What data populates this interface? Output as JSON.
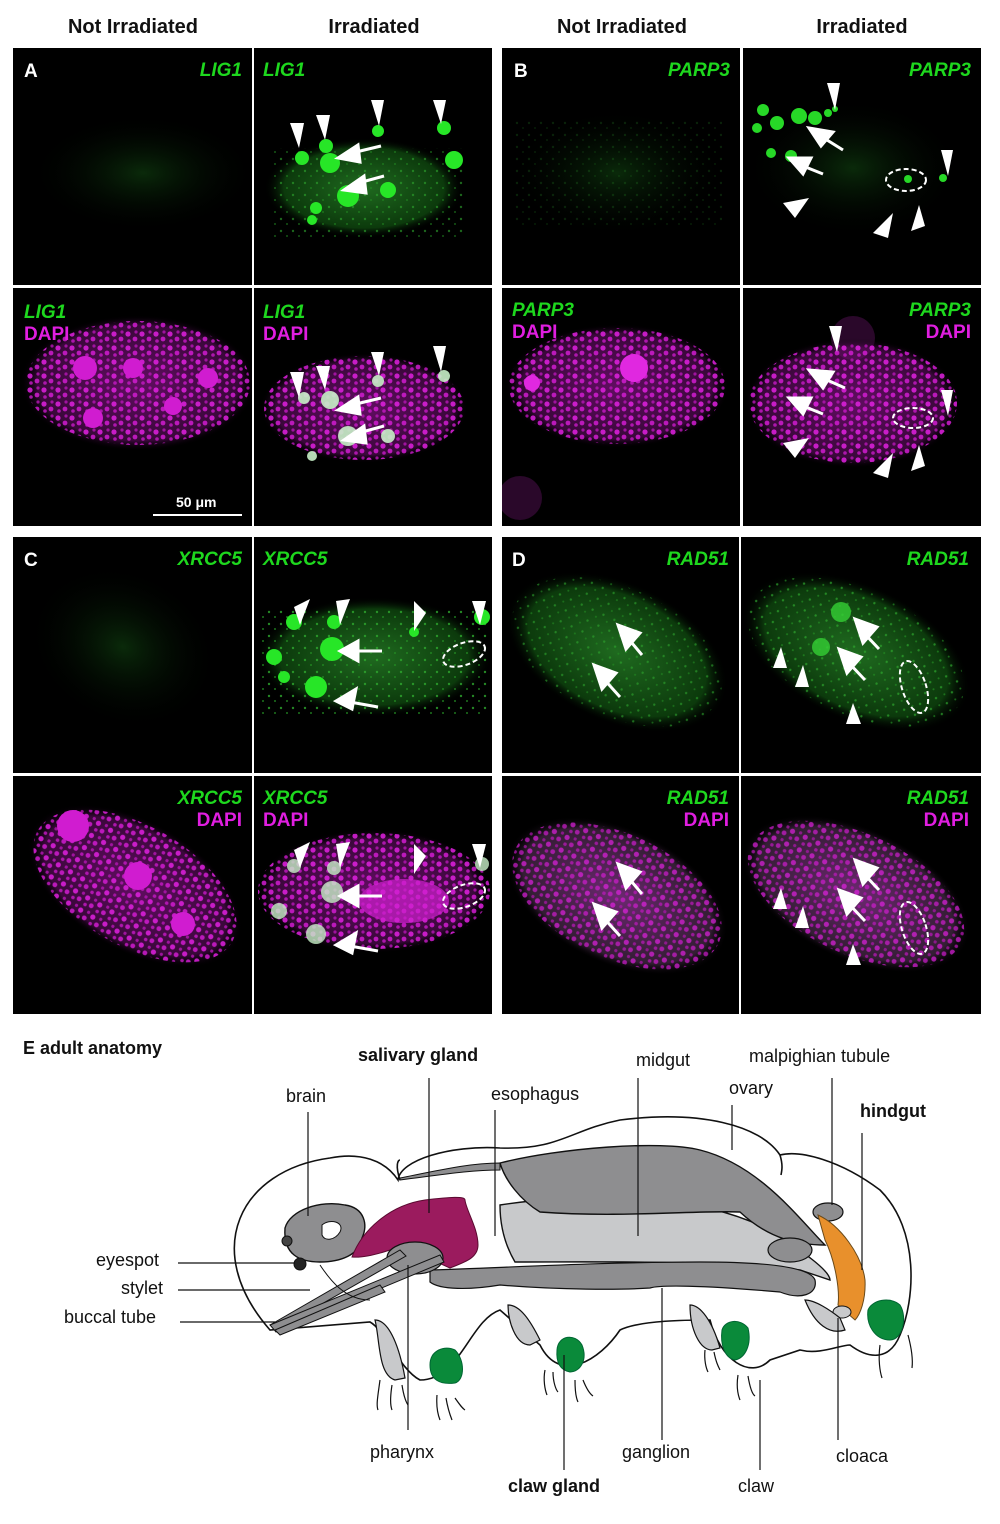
{
  "column_headers": {
    "left_not_irradiated": "Not Irradiated",
    "left_irradiated": "Irradiated",
    "right_not_irradiated": "Not Irradiated",
    "right_irradiated": "Irradiated"
  },
  "panels": {
    "A": {
      "letter": "A",
      "gene": "LIG1",
      "counterstain": "DAPI",
      "scale_bar": "50 μm"
    },
    "B": {
      "letter": "B",
      "gene": "PARP3",
      "counterstain": "DAPI"
    },
    "C": {
      "letter": "C",
      "gene": "XRCC5",
      "counterstain": "DAPI"
    },
    "D": {
      "letter": "D",
      "gene": "RAD51",
      "counterstain": "DAPI"
    }
  },
  "colors": {
    "gene_signal": "#1ed81e",
    "dapi": "#e01ee0",
    "salivary_gland": "#9b1b5e",
    "hindgut": "#e8902c",
    "claw_gland": "#0a8a3a",
    "organ_gray": "#8e8e90",
    "organ_light": "#c8c9cb"
  },
  "anatomy": {
    "title": "E adult anatomy",
    "labels": {
      "brain": "brain",
      "salivary_gland": "salivary gland",
      "esophagus": "esophagus",
      "midgut": "midgut",
      "ovary": "ovary",
      "malpighian_tubule": "malpighian tubule",
      "hindgut": "hindgut",
      "eyespot": "eyespot",
      "stylet": "stylet",
      "buccal_tube": "buccal tube",
      "pharynx": "pharynx",
      "claw_gland": "claw gland",
      "ganglion": "ganglion",
      "claw": "claw",
      "cloaca": "cloaca"
    }
  }
}
